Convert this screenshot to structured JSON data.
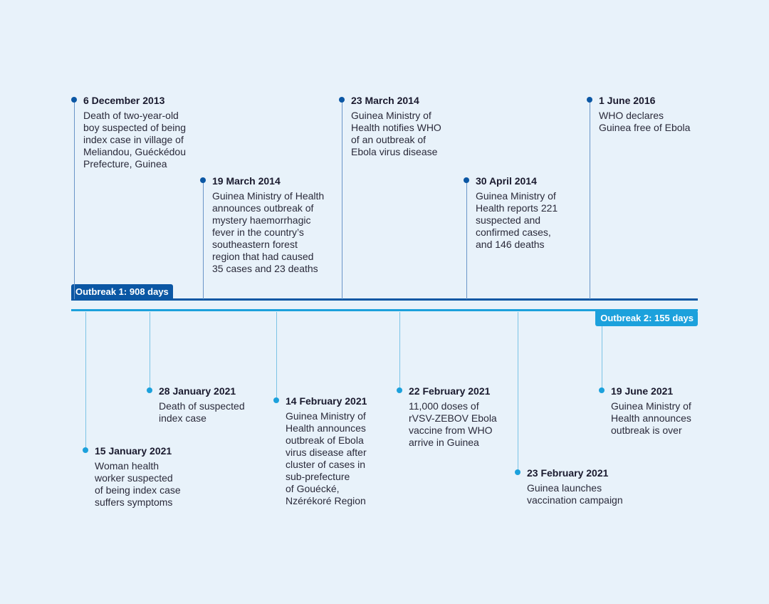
{
  "outbreaks": [
    {
      "label": "Outbreak 1: 908 days",
      "color": "#0b57a4",
      "events": [
        {
          "date": "6 December 2013",
          "text": "Death of two-year-old\nboy suspected of being\nindex case in village of\nMeliandou, Guéckédou\nPrefecture, Guinea"
        },
        {
          "date": "19 March 2014",
          "text": "Guinea Ministry of Health\nannounces outbreak of\nmystery haemorrhagic\nfever in the country’s\nsoutheastern forest\nregion that had caused\n35 cases and 23 deaths"
        },
        {
          "date": "23 March 2014",
          "text": "Guinea Ministry of\nHealth notifies WHO\nof an outbreak of\nEbola virus disease"
        },
        {
          "date": "30 April 2014",
          "text": "Guinea Ministry of\nHealth reports 221\nsuspected and\nconfirmed cases,\nand 146 deaths"
        },
        {
          "date": "1 June 2016",
          "text": "WHO declares\nGuinea free of Ebola"
        }
      ]
    },
    {
      "label": "Outbreak 2: 155 days",
      "color": "#1ca1dc",
      "events": [
        {
          "date": "15 January 2021",
          "text": "Woman health\nworker suspected\nof being index case\nsuffers symptoms"
        },
        {
          "date": "28 January 2021",
          "text": "Death of suspected\nindex case"
        },
        {
          "date": "14 February 2021",
          "text": "Guinea Ministry of\nHealth announces\noutbreak of Ebola\nvirus disease after\ncluster of cases in\nsub-prefecture\nof Gouécké,\nNzérékoré Region"
        },
        {
          "date": "22 February 2021",
          "text": "11,000 doses of\nrVSV-ZEBOV Ebola\nvaccine from WHO\narrive in Guinea"
        },
        {
          "date": "23 February 2021",
          "text": "Guinea launches\nvaccination campaign"
        },
        {
          "date": "19 June 2021",
          "text": "Guinea Ministry of\nHealth announces\noutbreak is over"
        }
      ]
    }
  ]
}
